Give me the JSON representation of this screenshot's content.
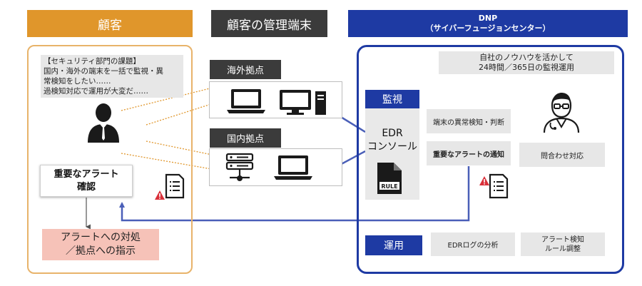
{
  "headers": {
    "customer": "顧客",
    "terminals": "顧客の管理端末",
    "dnp_line1": "DNP",
    "dnp_line2": "（サイバーフュージョンセンター）"
  },
  "customer": {
    "issue_title": "【セキュリティ部門の課題】",
    "issue_line1": "国内・海外の端末を一括で監視・異",
    "issue_line2": "常検知をしたい……",
    "issue_line3": "過検知対応で運用が大変だ……",
    "alert_confirm_line1": "重要なアラート",
    "alert_confirm_line2": "確認",
    "alert_action_line1": "アラートへの対処",
    "alert_action_line2": "／拠点への指示"
  },
  "sites": {
    "overseas": "海外拠点",
    "domestic": "国内拠点"
  },
  "dnp": {
    "knowhow_line1": "自社のノウハウを活かして",
    "knowhow_line2": "24時間／365日の監視運用",
    "monitoring_label": "監視",
    "edr_line1": "EDR",
    "edr_line2": "コンソール",
    "rule_label": "RULE",
    "detect": "端末の異常検知・判断",
    "notify": "重要なアラートの通知",
    "inquiry": "問合わせ対応",
    "operation_label": "運用",
    "log_analysis": "EDRログの分析",
    "rule_adjust_line1": "アラート検知",
    "rule_adjust_line2": "ルール調整"
  },
  "colors": {
    "orange": "#e0962b",
    "dark": "#3b3b3b",
    "blue": "#1e3aa3",
    "pink": "#f6c2b8",
    "gray": "#e7e7e7",
    "alert_red": "#d9303a"
  },
  "icons": [
    "person-icon",
    "laptop-icon",
    "desktop-pc-icon",
    "server-icon",
    "document-icon",
    "warning-icon",
    "rule-document-icon",
    "analyst-icon"
  ]
}
